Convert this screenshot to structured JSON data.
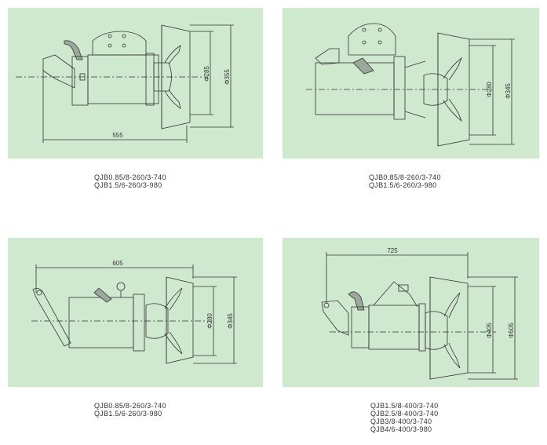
{
  "colors": {
    "panel_bg": "#cfe9cf",
    "line": "#333333"
  },
  "diagrams": [
    {
      "length_label": "555",
      "inner_dia_label": "Φ285",
      "outer_dia_label": "Φ355",
      "models": [
        "QJB0.85/8-260/3-740",
        "QJB1.5/6-260/3-980"
      ]
    },
    {
      "length_label": "",
      "inner_dia_label": "Φ280",
      "outer_dia_label": "Φ345",
      "models": [
        "QJB0.85/8-260/3-740",
        "QJB1.5/6-260/3-980"
      ]
    },
    {
      "length_label": "605",
      "inner_dia_label": "Φ280",
      "outer_dia_label": "Φ345",
      "models": [
        "QJB0.85/8-260/3-740",
        "QJB1.5/6-260/3-980"
      ]
    },
    {
      "length_label": "725",
      "inner_dia_label": "Φ405",
      "outer_dia_label": "Φ505",
      "models": [
        "QJB1.5/8-400/3-740",
        "QJB2.5/8-400/3-740",
        "QJB3/8-400/3-740",
        "QJB4/6-400/3-980"
      ]
    }
  ]
}
